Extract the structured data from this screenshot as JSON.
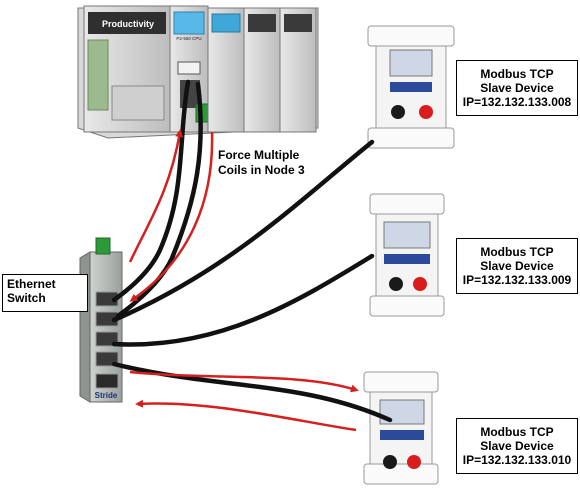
{
  "plc": {
    "brand": "Productivity",
    "cpu_label": "P2-550 CPU"
  },
  "switch_device": {
    "brand": "Stride"
  },
  "labels": {
    "ethernet_switch": [
      "Ethernet",
      "Switch"
    ],
    "force_note": [
      "Force Multiple",
      "Coils in Node 3"
    ]
  },
  "slave_devices": [
    {
      "line1": "Modbus TCP",
      "line2": "Slave Device",
      "ip": "IP=132.132.133.008"
    },
    {
      "line1": "Modbus TCP",
      "line2": "Slave Device",
      "ip": "IP=132.132.133.009"
    },
    {
      "line1": "Modbus TCP",
      "line2": "Slave Device",
      "ip": "IP=132.132.133.010"
    }
  ],
  "colors": {
    "cable": "#111111",
    "arrow": "#d42020",
    "device_body": "#f4f4f4",
    "screen": "#cfd7e6",
    "keypad": "#2c4a9a",
    "stop_button": "#d91c1c"
  }
}
